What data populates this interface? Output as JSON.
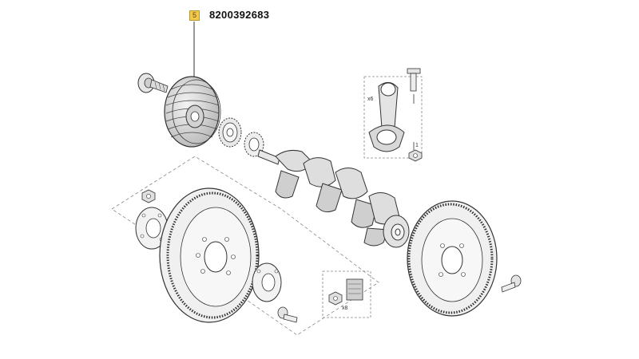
{
  "callout": {
    "number": "5"
  },
  "part": {
    "number": "8200392683"
  },
  "labels": {
    "rod_qty": "x6",
    "bolt_qty": "1",
    "nut_qty": "x8"
  },
  "colors": {
    "line": "#333333",
    "highlight": "#f2c94c",
    "background": "#ffffff"
  }
}
